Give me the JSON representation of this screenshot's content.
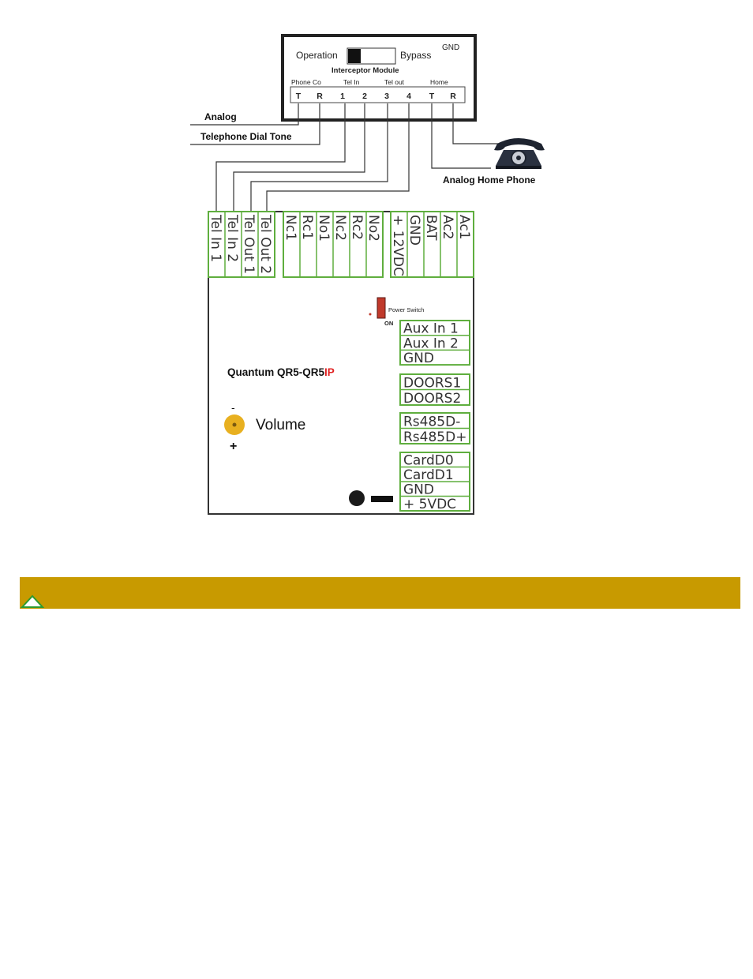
{
  "interceptor": {
    "operation": "Operation",
    "bypass": "Bypass",
    "gnd": "GND",
    "title": "Interceptor Module",
    "groups": [
      "Phone Co",
      "Tel In",
      "Tel out",
      "Home"
    ],
    "terminals": [
      "T",
      "R",
      "1",
      "2",
      "3",
      "4",
      "T",
      "R"
    ]
  },
  "left_labels": {
    "analog": "Analog",
    "dial_tone": "Telephone Dial Tone"
  },
  "phone_label": "Analog Home Phone",
  "panel": {
    "top_terminals": [
      "Tel In 1",
      "Tel In 2",
      "Tel Out 1",
      "Tel Out 2",
      "Nc1",
      "Rc1",
      "No1",
      "Nc2",
      "Rc2",
      "No2",
      "+ 12VDC",
      "GND",
      "BAT",
      "Ac2",
      "Ac1"
    ],
    "power_switch": "Power Switch",
    "on": "ON",
    "aux_block": [
      "Aux In 1",
      "Aux In 2",
      "GND"
    ],
    "doors_block": [
      "DOORS1",
      "DOORS2"
    ],
    "rs485_block": [
      "Rs485D-",
      "Rs485D+"
    ],
    "card_block": [
      "CardD0",
      "CardD1",
      "GND",
      "+ 5VDC"
    ],
    "model_main": "Quantum QR5-QR5",
    "model_suffix": "IP",
    "volume_minus": "-",
    "volume_label": "Volume",
    "volume_plus": "+"
  },
  "colors": {
    "terminal_green": "#5fae3e",
    "bar_gold": "#c89a00",
    "ip_red": "#e02020",
    "knob_yellow": "#e8b020",
    "switch_red": "#c0392b",
    "up_arrow_green": "#2e9a2e"
  },
  "icons": {
    "up_arrow": "up-arrow-icon",
    "telephone": "rotary-telephone-icon"
  }
}
